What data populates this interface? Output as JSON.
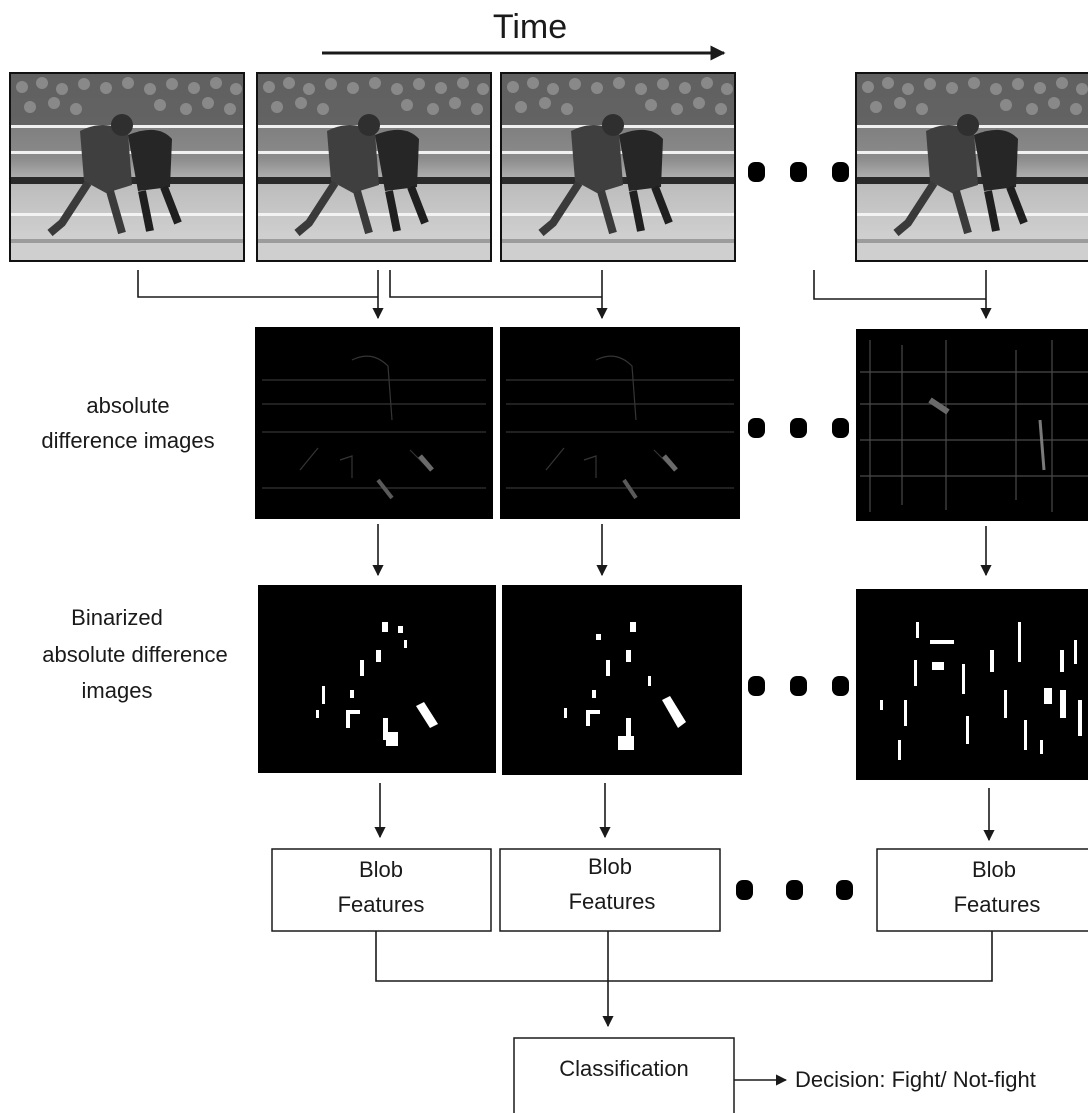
{
  "time_label": "Time",
  "row_labels": {
    "absolute": [
      "absolute",
      "difference images"
    ],
    "binarized": [
      "Binarized",
      "absolute difference",
      "images"
    ]
  },
  "blob_box": [
    "Blob",
    "Features"
  ],
  "classification": "Classification",
  "decision": "Decision: Fight/ Not-fight",
  "colors": {
    "stroke": "#1a1a1a",
    "frame_bg": "#000000",
    "text": "#1a1a1a"
  }
}
